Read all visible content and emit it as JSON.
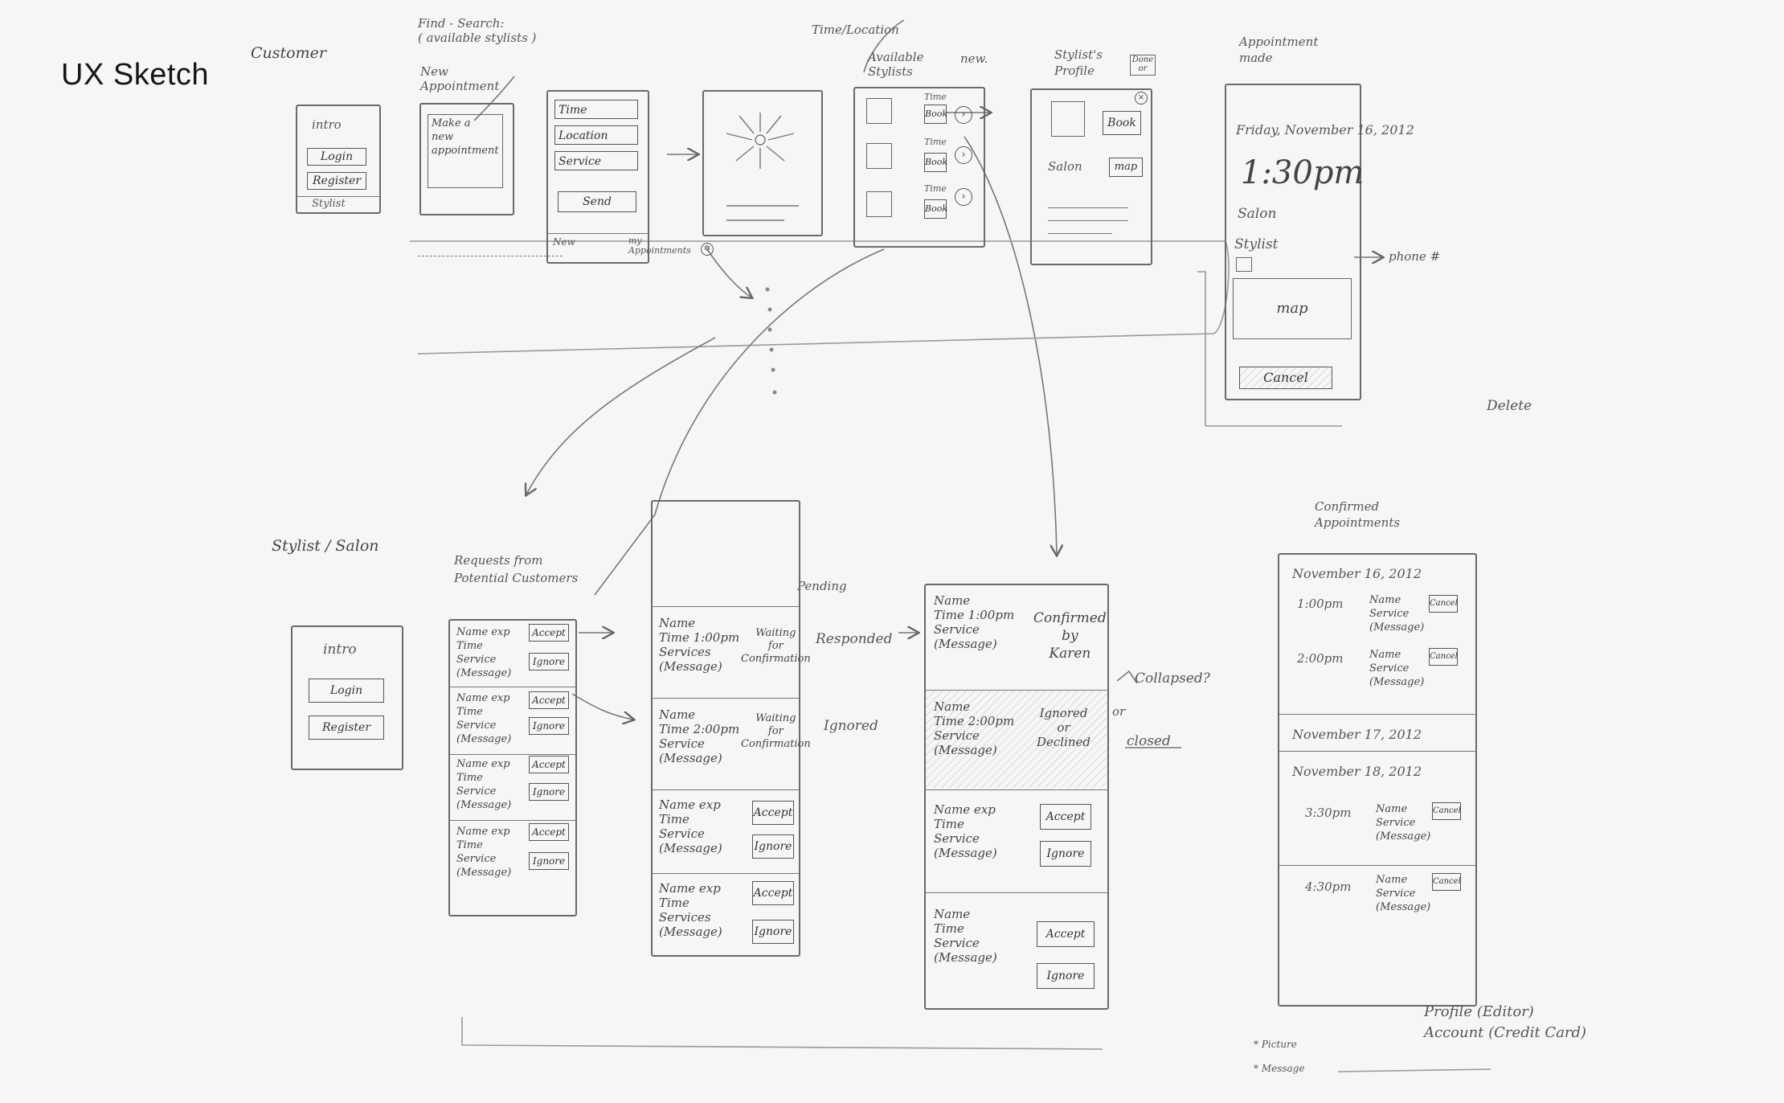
{
  "title": "UX Sketch",
  "customer": {
    "label": "Customer",
    "find_note": "Find - Search:\n( available stylists )",
    "new_appt_note": "New\nAppointment",
    "time_location_note": "Time/Location",
    "intro": {
      "heading": "intro",
      "login": "Login",
      "register": "Register",
      "footer": "Stylist"
    },
    "make_appt": "Make a\nnew\nappointment",
    "form": {
      "time": "Time",
      "location": "Location",
      "service": "Service",
      "send": "Send",
      "tab_new": "New",
      "tab_my": "my\nAppointments"
    },
    "available": {
      "label": "Available\nStylists",
      "new_tag": "new.",
      "rows": [
        {
          "time": "Time",
          "book": "Book"
        },
        {
          "time": "Time",
          "book": "Book"
        },
        {
          "time": "Time",
          "book": "Book"
        }
      ]
    },
    "profile": {
      "label": "Stylist's\nProfile",
      "done": "Done\nor",
      "book": "Book",
      "salon": "Salon",
      "map": "map"
    },
    "appointment": {
      "label": "Appointment\nmade",
      "date": "Friday, November 16, 2012",
      "time": "1:30pm",
      "salon": "Salon",
      "stylist": "Stylist",
      "phone": "phone #",
      "map": "map",
      "cancel": "Cancel"
    },
    "delete_note": "Delete"
  },
  "stylist": {
    "label": "Stylist / Salon",
    "intro": {
      "heading": "intro",
      "login": "Login",
      "register": "Register"
    },
    "requests_label": "Requests from\nPotential Customers",
    "requests": [
      {
        "text": "Name  exp\nTime\nService\n(Message)",
        "accept": "Accept",
        "ignore": "Ignore"
      },
      {
        "text": "Name  exp\nTime\nService\n(Message)",
        "accept": "Accept",
        "ignore": "Ignore"
      },
      {
        "text": "Name  exp\nTime\nService\n(Message)",
        "accept": "Accept",
        "ignore": "Ignore"
      },
      {
        "text": "Name  exp\nTime\nService\n(Message)",
        "accept": "Accept",
        "ignore": "Ignore"
      }
    ],
    "pending_label": "Pending",
    "pending": [
      {
        "text": "Name\nTime  1:00pm\nServices\n(Message)",
        "status": "Waiting\nfor\nConfirmation"
      },
      {
        "text": "Name\nTime  2:00pm\nService\n(Message)",
        "status": "Waiting\nfor\nConfirmation"
      },
      {
        "text": "Name  exp\nTime\nService\n(Message)",
        "accept": "Accept",
        "ignore": "Ignore"
      },
      {
        "text": "Name  exp\nTime\nServices\n(Message)",
        "accept": "Accept",
        "ignore": "Ignore"
      }
    ],
    "responded_note": "Responded",
    "ignored_note": "Ignored",
    "responded": [
      {
        "text": "Name\nTime  1:00pm\nService\n(Message)",
        "status": "Confirmed\nby\nKaren"
      },
      {
        "text": "Name\nTime  2:00pm\nService\n(Message)",
        "status": "Ignored\nor\nDeclined"
      },
      {
        "text": "Name  exp\nTime\nService\n(Message)",
        "accept": "Accept",
        "ignore": "Ignore"
      },
      {
        "text": "Name\nTime\nService\n(Message)",
        "accept": "Accept",
        "ignore": "Ignore"
      }
    ],
    "collapsed_note": "Collapsed?",
    "or_note": "or",
    "closed_note": "closed",
    "confirmed_label": "Confirmed\nAppointments",
    "confirmed": {
      "date1": "November 16, 2012",
      "date2": "November 17, 2012",
      "date3": "November 18, 2012",
      "items": [
        {
          "time": "1:00pm",
          "text": "Name\nService\n(Message)",
          "cancel": "Cancel"
        },
        {
          "time": "2:00pm",
          "text": "Name\nService\n(Message)",
          "cancel": "Cancel"
        },
        {
          "time": "3:30pm",
          "text": "Name\nService\n(Message)",
          "cancel": "Cancel"
        },
        {
          "time": "4:30pm",
          "text": "Name\nService\n(Message)",
          "cancel": "Cancel"
        }
      ]
    },
    "profile_note": "Profile (Editor)\nAccount (Credit Card)",
    "picture_note": "* Picture",
    "message_note": "* Message"
  }
}
